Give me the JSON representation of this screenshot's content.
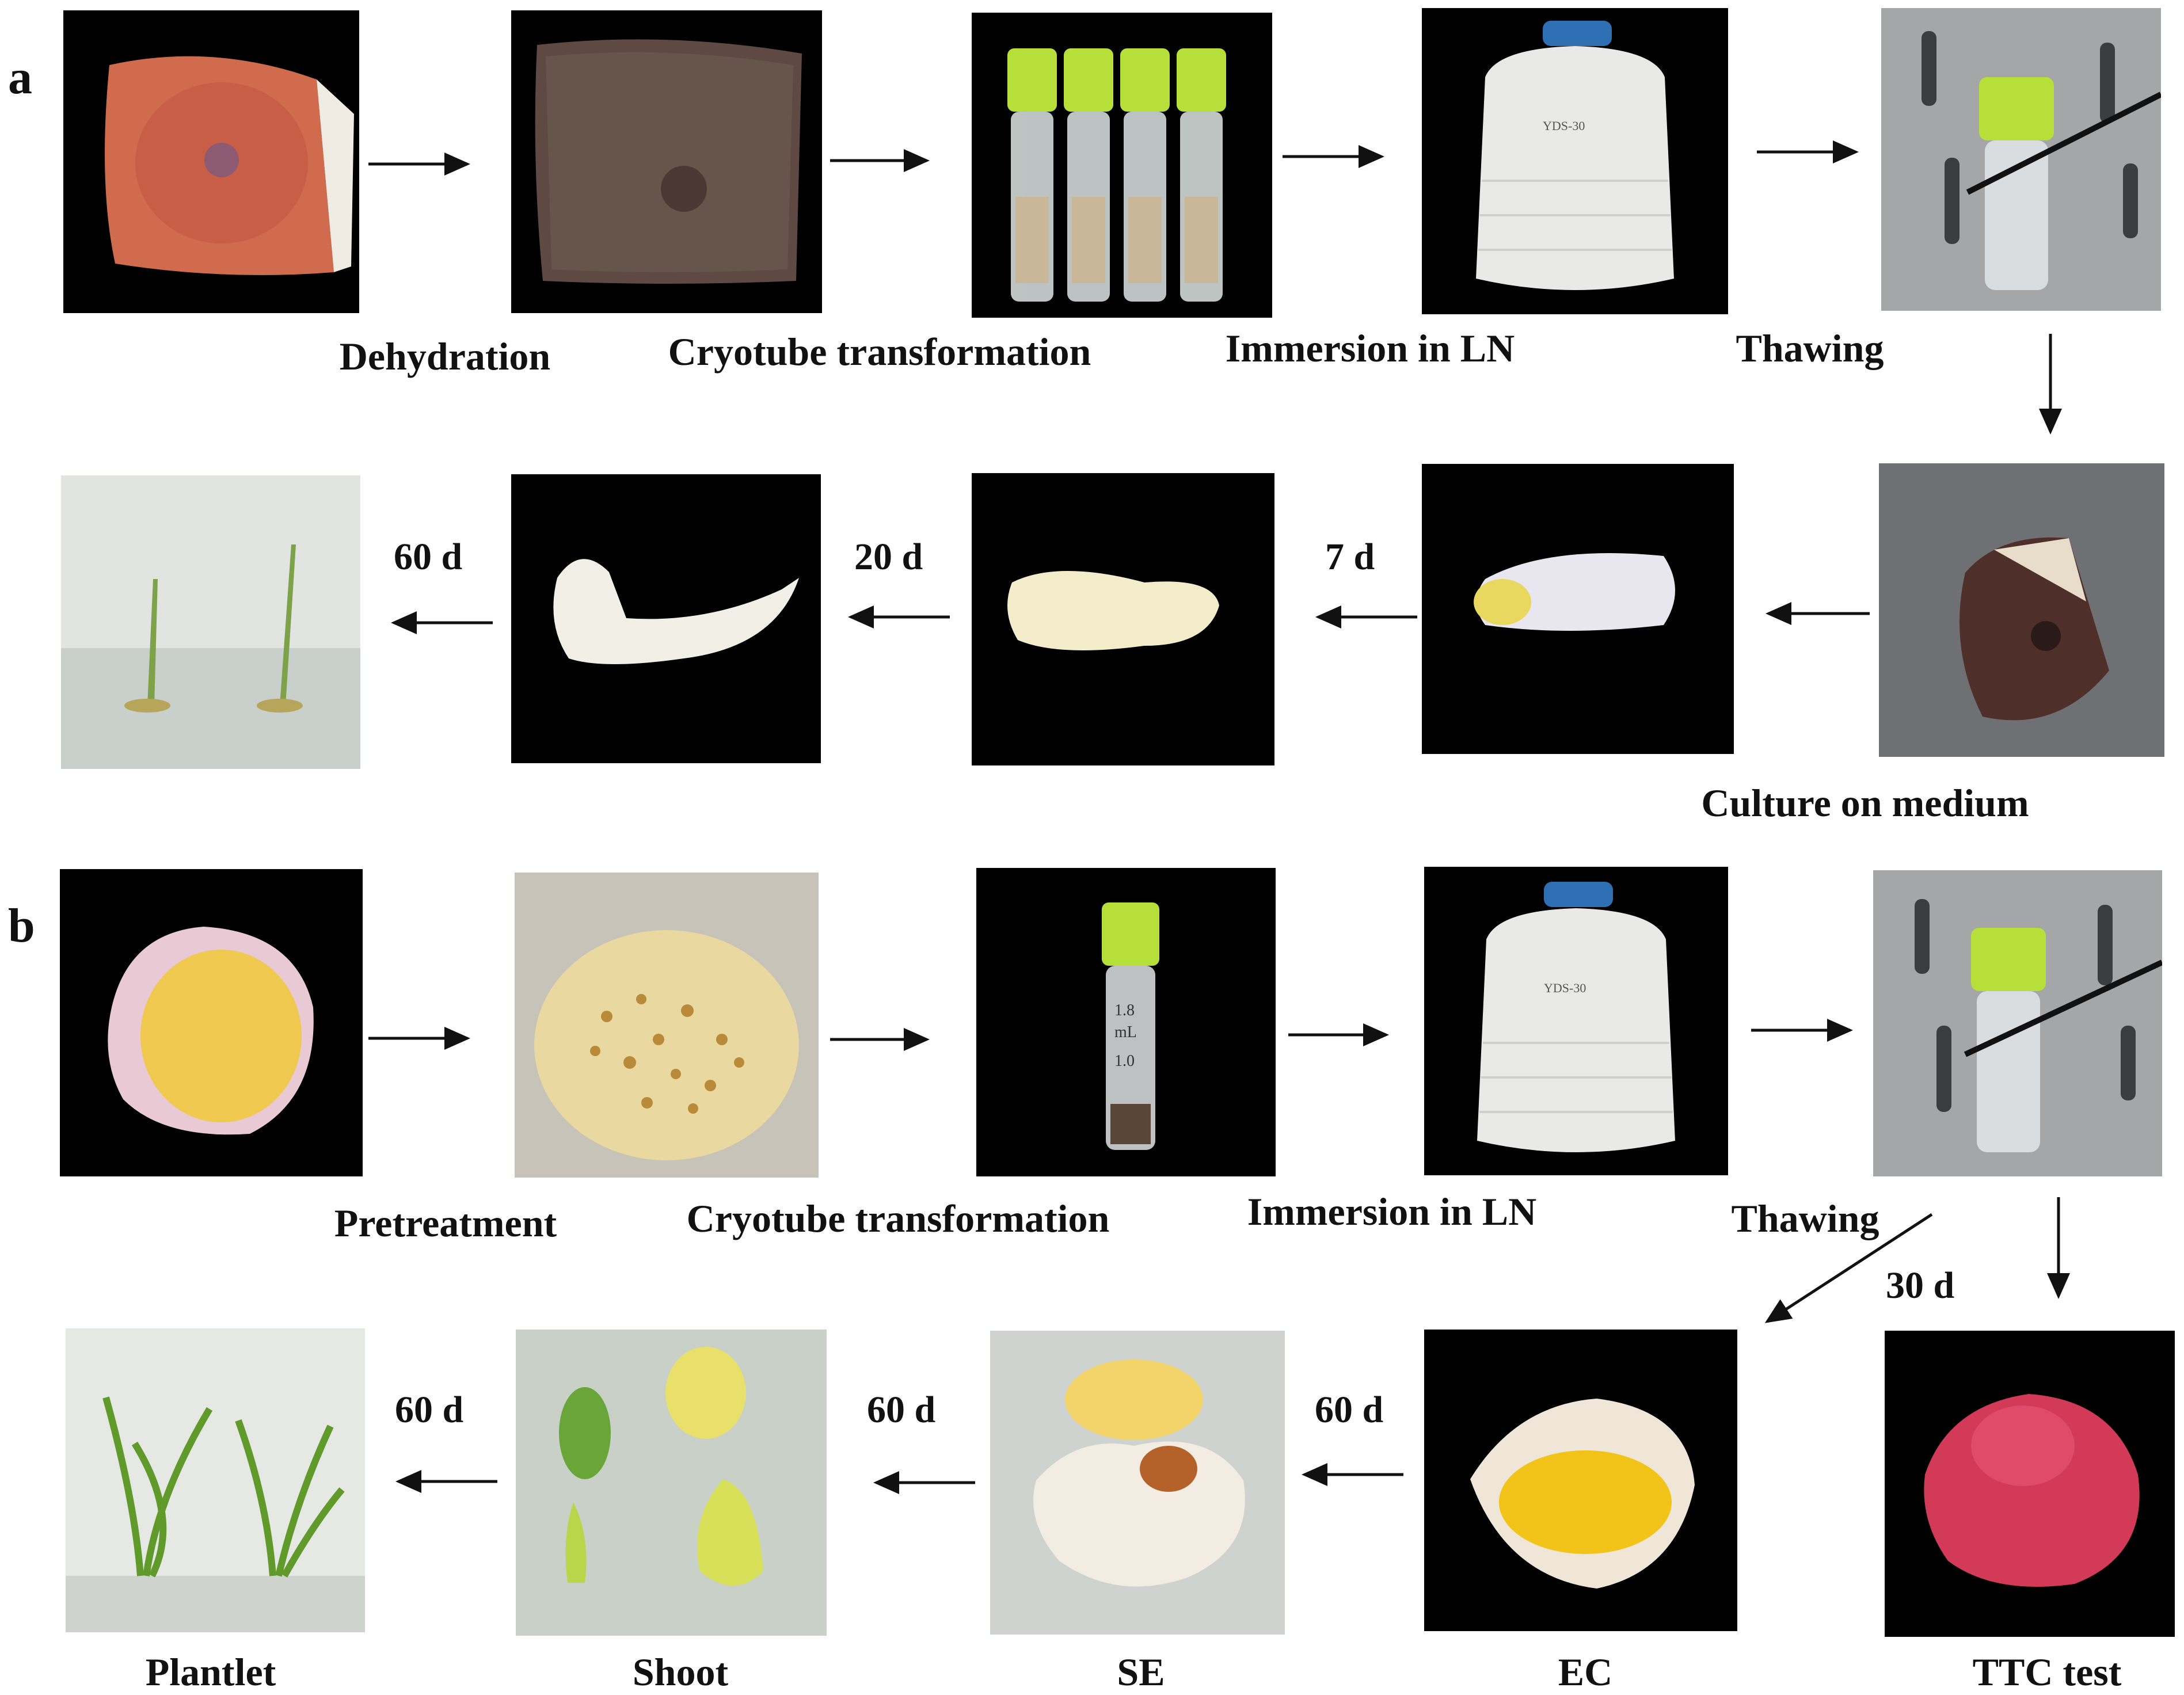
{
  "panels": {
    "a": "a",
    "b": "b"
  },
  "row_a1": {
    "dehydration": "Dehydration",
    "cryotube": "Cryotube transformation",
    "immersion": "Immersion in LN",
    "thawing": "Thawing"
  },
  "row_a2": {
    "culture": "Culture on medium",
    "d7": "7 d",
    "d20": "20 d",
    "d60": "60 d"
  },
  "row_b1": {
    "pretreatment": "Pretreatment",
    "cryotube": "Cryotube transformation",
    "immersion": "Immersion in LN",
    "thawing": "Thawing",
    "d30": "30 d"
  },
  "row_b2": {
    "plantlet": "Plantlet",
    "shoot": "Shoot",
    "se": "SE",
    "ec": "EC",
    "ttc": "TTC test",
    "d60_1": "60 d",
    "d60_2": "60 d",
    "d60_3": "60 d"
  },
  "tank_label": "YDS-30",
  "tube_marks": {
    "top": "1.8",
    "unit": "mL",
    "bottom": "1.0"
  },
  "colors": {
    "seed_red": "#c8614a",
    "seed_brown": "#5a4038",
    "cap_green": "#b6df3a",
    "tank_white": "#e9e9e7",
    "tank_cap": "#2f6fb3",
    "callus_yellow": "#f1c93a",
    "ttc_red": "#d23a58",
    "shoot_green": "#5f9a2a"
  }
}
